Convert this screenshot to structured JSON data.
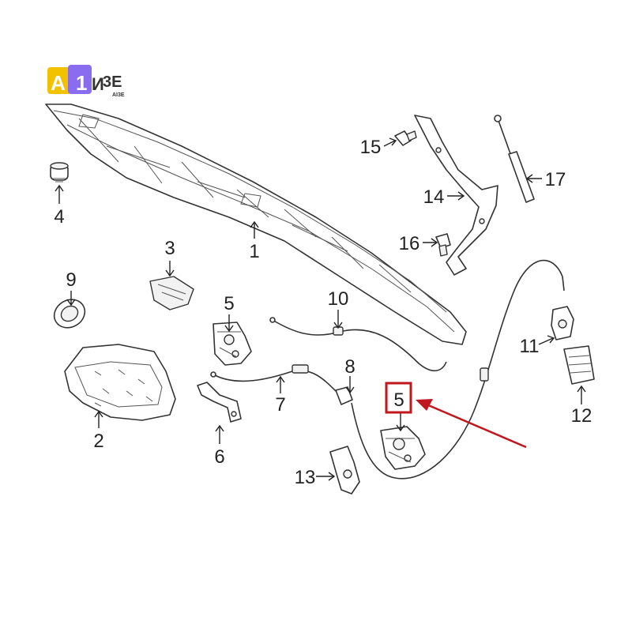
{
  "logo": {
    "main_a": "A",
    "main_b": "1",
    "main_c": "И",
    "main_d": "3E",
    "sub": "AI3E",
    "colors": {
      "yellow": "#f2c200",
      "purple": "#8a6cf0",
      "dark": "#333333"
    }
  },
  "callouts": [
    {
      "id": "1",
      "label": "1"
    },
    {
      "id": "2",
      "label": "2"
    },
    {
      "id": "3",
      "label": "3"
    },
    {
      "id": "4",
      "label": "4"
    },
    {
      "id": "5a",
      "label": "5"
    },
    {
      "id": "5b",
      "label": "5"
    },
    {
      "id": "6",
      "label": "6"
    },
    {
      "id": "7",
      "label": "7"
    },
    {
      "id": "8",
      "label": "8"
    },
    {
      "id": "9",
      "label": "9"
    },
    {
      "id": "10",
      "label": "10"
    },
    {
      "id": "11",
      "label": "11"
    },
    {
      "id": "12",
      "label": "12"
    },
    {
      "id": "13",
      "label": "13"
    },
    {
      "id": "14",
      "label": "14"
    },
    {
      "id": "15",
      "label": "15"
    },
    {
      "id": "16",
      "label": "16"
    },
    {
      "id": "17",
      "label": "17"
    }
  ],
  "highlight": {
    "part": "5",
    "color": "#c0161d"
  },
  "colors": {
    "line": "#333333",
    "background": "#ffffff"
  }
}
